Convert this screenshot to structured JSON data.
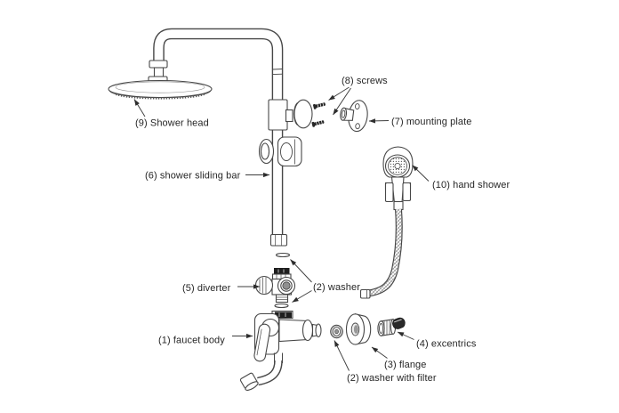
{
  "diagram": {
    "type": "exploded-parts-diagram",
    "colors": {
      "background": "#ffffff",
      "line": "#474747",
      "dark_fill": "#222222",
      "text": "#262626"
    },
    "labels": {
      "faucet_body": "(1) faucet body",
      "washer": "(2) washer",
      "washer_with_filter": "(2) washer with filter",
      "flange": "(3) flange",
      "excentrics": "(4) excentrics",
      "diverter": "(5) diverter",
      "sliding_bar": "(6) shower sliding bar",
      "mounting_plate": "(7) mounting plate",
      "screws": "(8) screws",
      "shower_head": "(9) Shower head",
      "hand_shower": "(10) hand shower"
    }
  }
}
